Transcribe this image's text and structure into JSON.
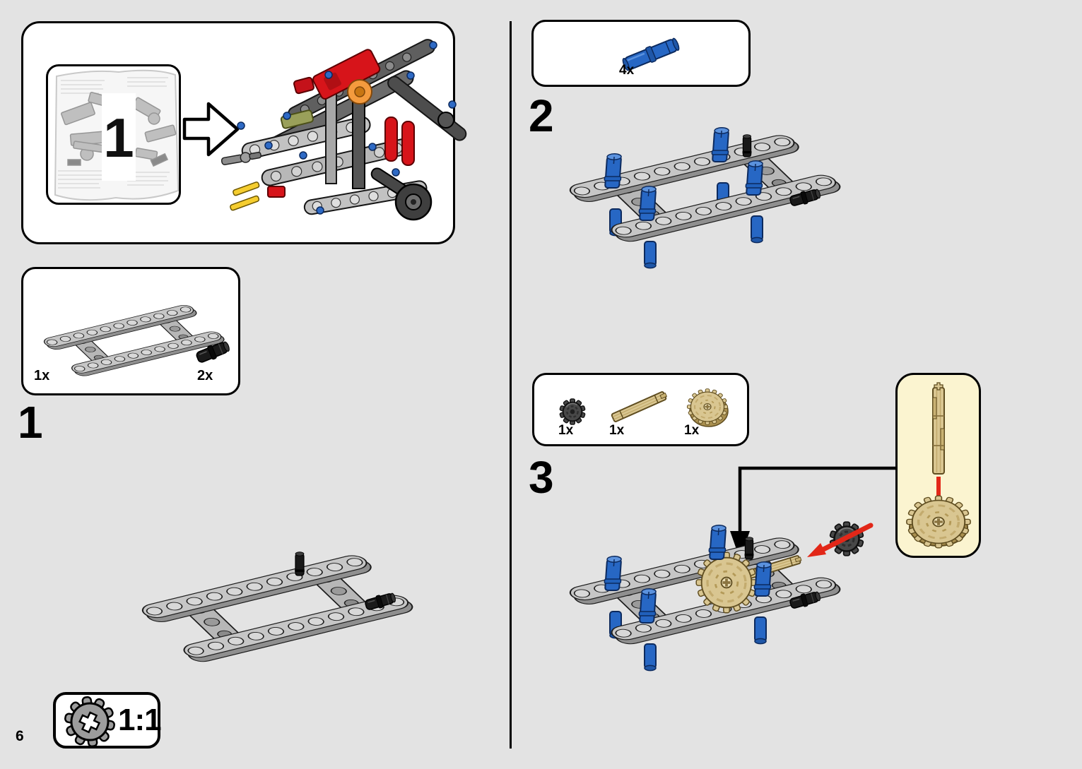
{
  "page": {
    "number": "6"
  },
  "intro": {
    "bag_number": "1"
  },
  "steps": [
    {
      "number": "1",
      "parts": [
        {
          "part": "technic-frame-5x11-light-gray",
          "count": "1x"
        },
        {
          "part": "pin-2l-black",
          "count": "2x"
        }
      ]
    },
    {
      "number": "2",
      "parts": [
        {
          "part": "pin-3l-blue",
          "count": "4x"
        }
      ]
    },
    {
      "number": "3",
      "parts": [
        {
          "part": "gear-12t-dark-gray",
          "count": "1x"
        },
        {
          "part": "axle-3l-tan",
          "count": "1x"
        },
        {
          "part": "gear-20t-double-bevel-tan",
          "count": "1x"
        }
      ]
    }
  ],
  "scale_box": {
    "label": "1:1"
  },
  "icons": {
    "intro_arrow": "right-arrow-icon",
    "step3_leader_arrow": "down-arrow-icon",
    "step3_insert_arrow": "red-insert-arrow-icon",
    "scale_gear": "gear-icon"
  },
  "colors": {
    "page_background": "#e3e3e3",
    "panel_background": "#ffffff",
    "panel_border": "#000000",
    "callout_background": "#fbf4d0",
    "beam_gray": "#c6c6c6",
    "beam_gray_shadow": "#8f8f8f",
    "pin_blue": "#2767c4",
    "pin_black": "#1a1a1a",
    "tan": "#d9c691",
    "gear_dark_gray": "#484848",
    "arrow_red": "#e22718",
    "lego_red": "#d7141a",
    "lego_orange": "#f49b3e",
    "lego_yellow": "#f5cd2f"
  }
}
